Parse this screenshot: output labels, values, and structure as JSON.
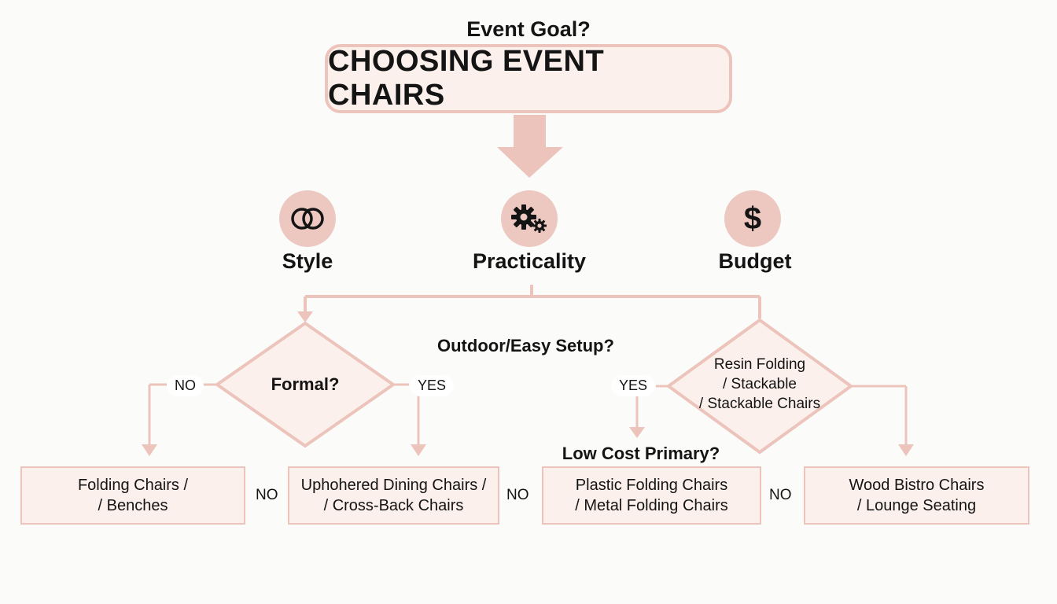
{
  "header": {
    "question": "Event Goal?",
    "title": "CHOOSING EVENT CHAIRS"
  },
  "categories": [
    {
      "label": "Style",
      "icon": "rings-icon"
    },
    {
      "label": "Practicality",
      "icon": "gears-icon"
    },
    {
      "label": "Budget",
      "icon": "dollar-icon",
      "symbol": "$"
    }
  ],
  "questions": {
    "outdoor": "Outdoor/Easy Setup?",
    "low_cost": "Low Cost Primary?"
  },
  "diamonds": {
    "formal": "Formal?",
    "resin": [
      "Resin Folding",
      "/ Stackable",
      "/ Stackable Chairs"
    ]
  },
  "branch_labels": {
    "formal_no": "NO",
    "formal_yes": "YES",
    "resin_yes": "YES",
    "no_1": "NO",
    "no_2": "NO",
    "no_3": "NO"
  },
  "results": [
    {
      "line1": "Folding Chairs /",
      "line2": "/ Benches"
    },
    {
      "line1": "Uphohered Dining Chairs /",
      "line2": "/ Cross-Back Chairs"
    },
    {
      "line1": "Plastic Folding Chairs",
      "line2": "/ Metal Folding Chairs"
    },
    {
      "line1": "Wood Bistro Chairs",
      "line2": "/ Lounge Seating"
    }
  ],
  "colors": {
    "accent": "#ecc4bb",
    "fill": "#fbf0ec",
    "circle": "#edc8c0",
    "text": "#141414"
  }
}
